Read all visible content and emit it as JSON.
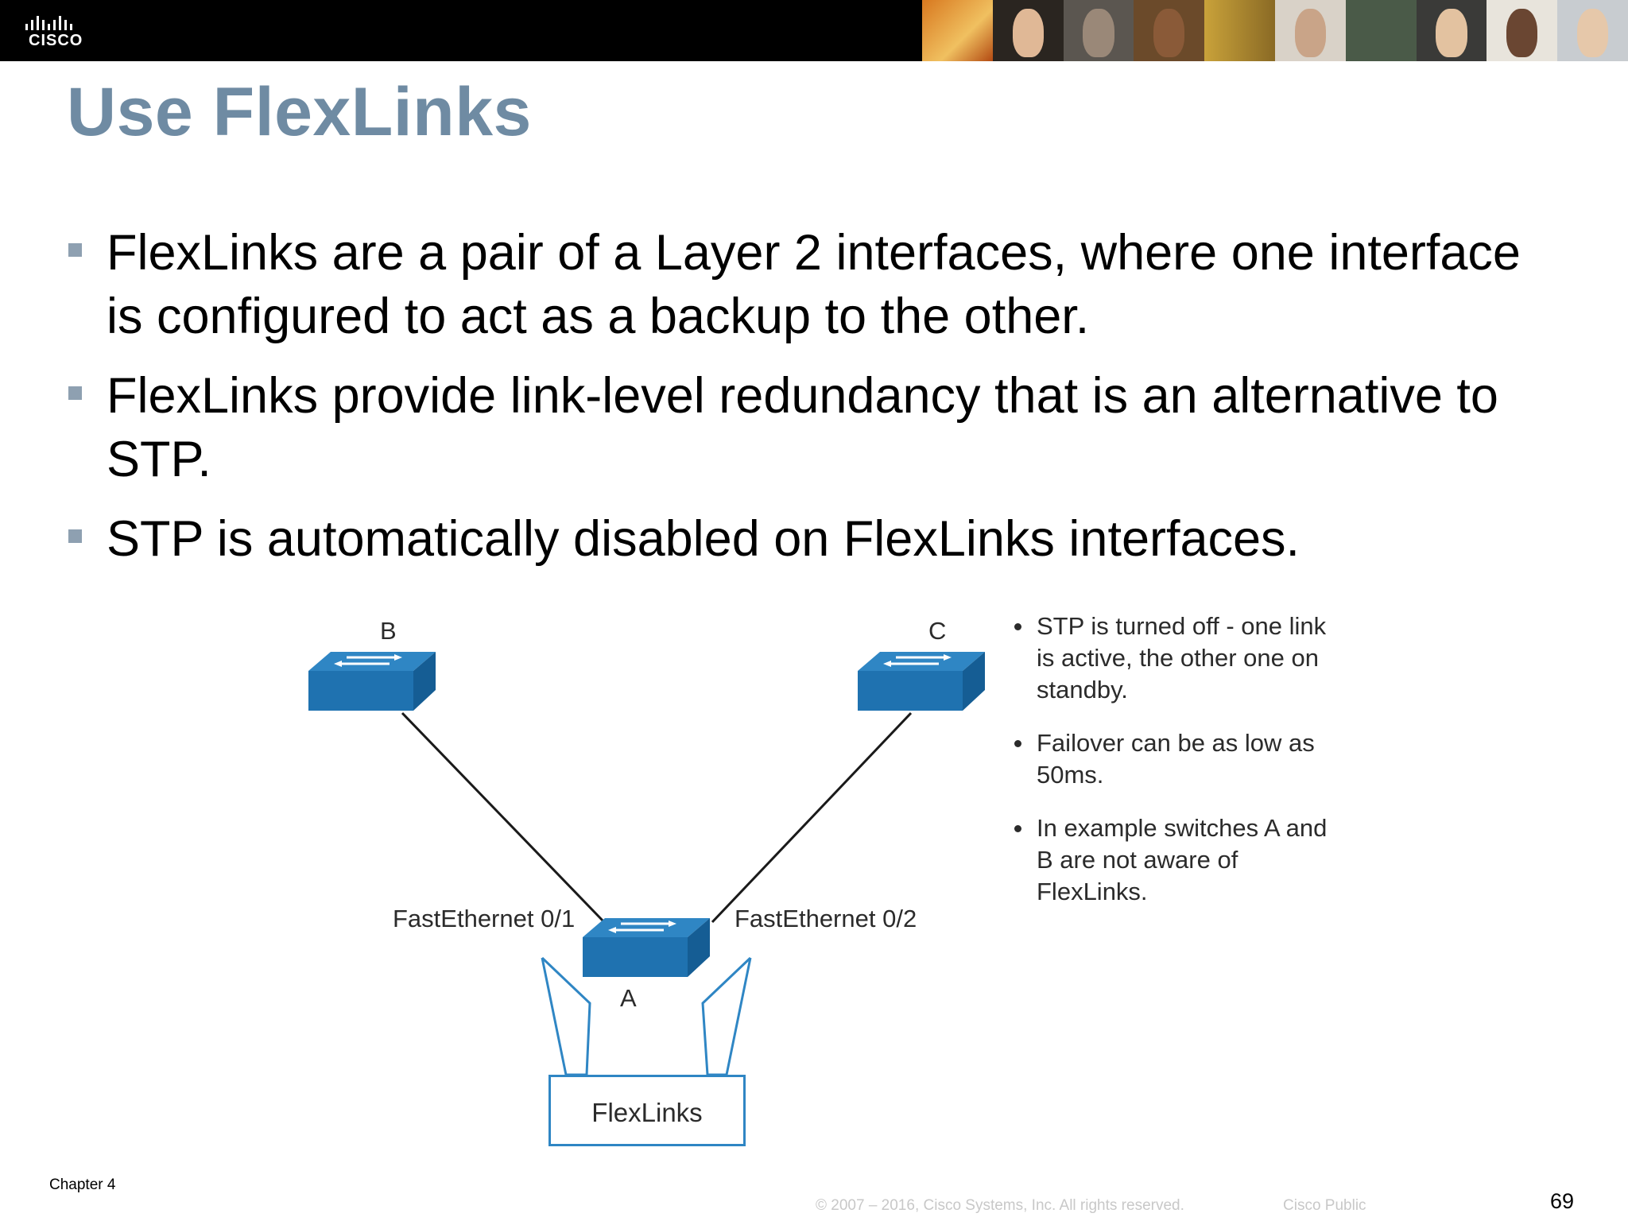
{
  "header": {
    "logo_text": "CISCO",
    "colors": {
      "bar": "#000000",
      "title": "#6f8ba3",
      "bullet_marker": "#8ea0b1",
      "switch": "#1f72b0",
      "box_border": "#2f86c4"
    }
  },
  "slide": {
    "title": "Use FlexLinks",
    "bullets": [
      "FlexLinks are a pair of a Layer 2 interfaces, where one interface is configured to act as a backup to the other.",
      "FlexLinks provide link-level redundancy that is an alternative to STP.",
      "STP is automatically disabled on FlexLinks interfaces."
    ]
  },
  "diagram": {
    "switch_b": "B",
    "switch_c": "C",
    "switch_a": "A",
    "port_left": "FastEthernet 0/1",
    "port_right": "FastEthernet 0/2",
    "group_label": "FlexLinks",
    "icons": [
      "switch-icon",
      "switch-icon",
      "switch-icon"
    ],
    "notes": [
      "STP is turned off - one link is active, the other one on standby.",
      "Failover can be as low as 50ms.",
      "In example switches A and B are not aware of FlexLinks."
    ]
  },
  "footer": {
    "chapter": "Chapter 4",
    "copyright": "© 2007 – 2016, Cisco Systems, Inc. All rights reserved.",
    "classification": "Cisco Public",
    "page_number": "69"
  }
}
